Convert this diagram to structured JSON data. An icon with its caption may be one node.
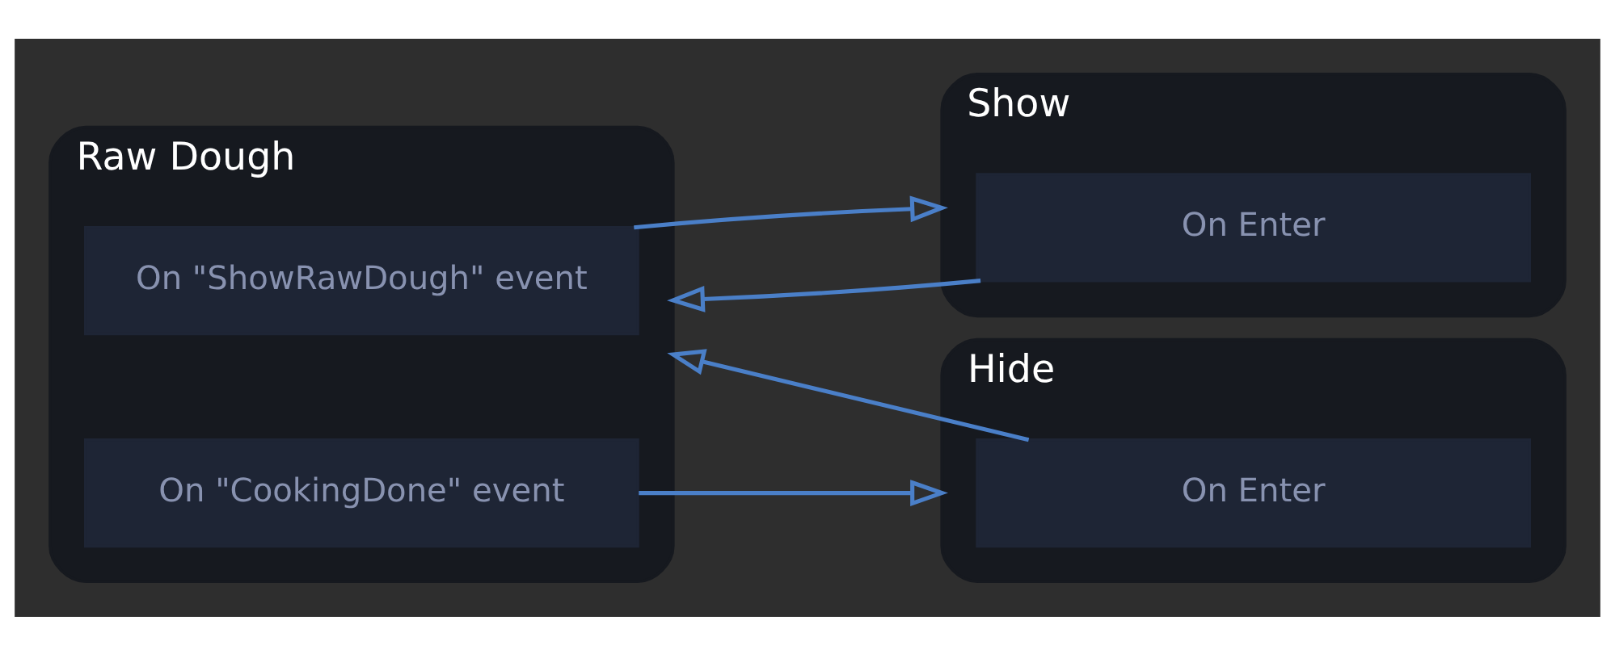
{
  "diagram": {
    "nodes": [
      {
        "text": [
          "Raw Dough"
        ]
      },
      {
        "text": [
          "On \"ShowRawDough\" event"
        ],
        "in": 0
      },
      {
        "text": [
          "On \"CookingDone\" event"
        ],
        "in": 0
      },
      {
        "text": [
          "Show"
        ]
      },
      {
        "text": [
          "On Enter"
        ],
        "in": 3
      },
      {
        "text": [
          "Hide"
        ]
      },
      {
        "text": [
          "On Enter"
        ],
        "in": 5
      }
    ],
    "edges": [
      {
        "from": 1,
        "to": 3,
        "arrow": "to"
      },
      {
        "from": 2,
        "to": 5,
        "arrow": "to"
      },
      {
        "from": 4,
        "to": 0,
        "arrow": "to"
      },
      {
        "from": 6,
        "to": 0,
        "arrow": "to"
      }
    ]
  }
}
